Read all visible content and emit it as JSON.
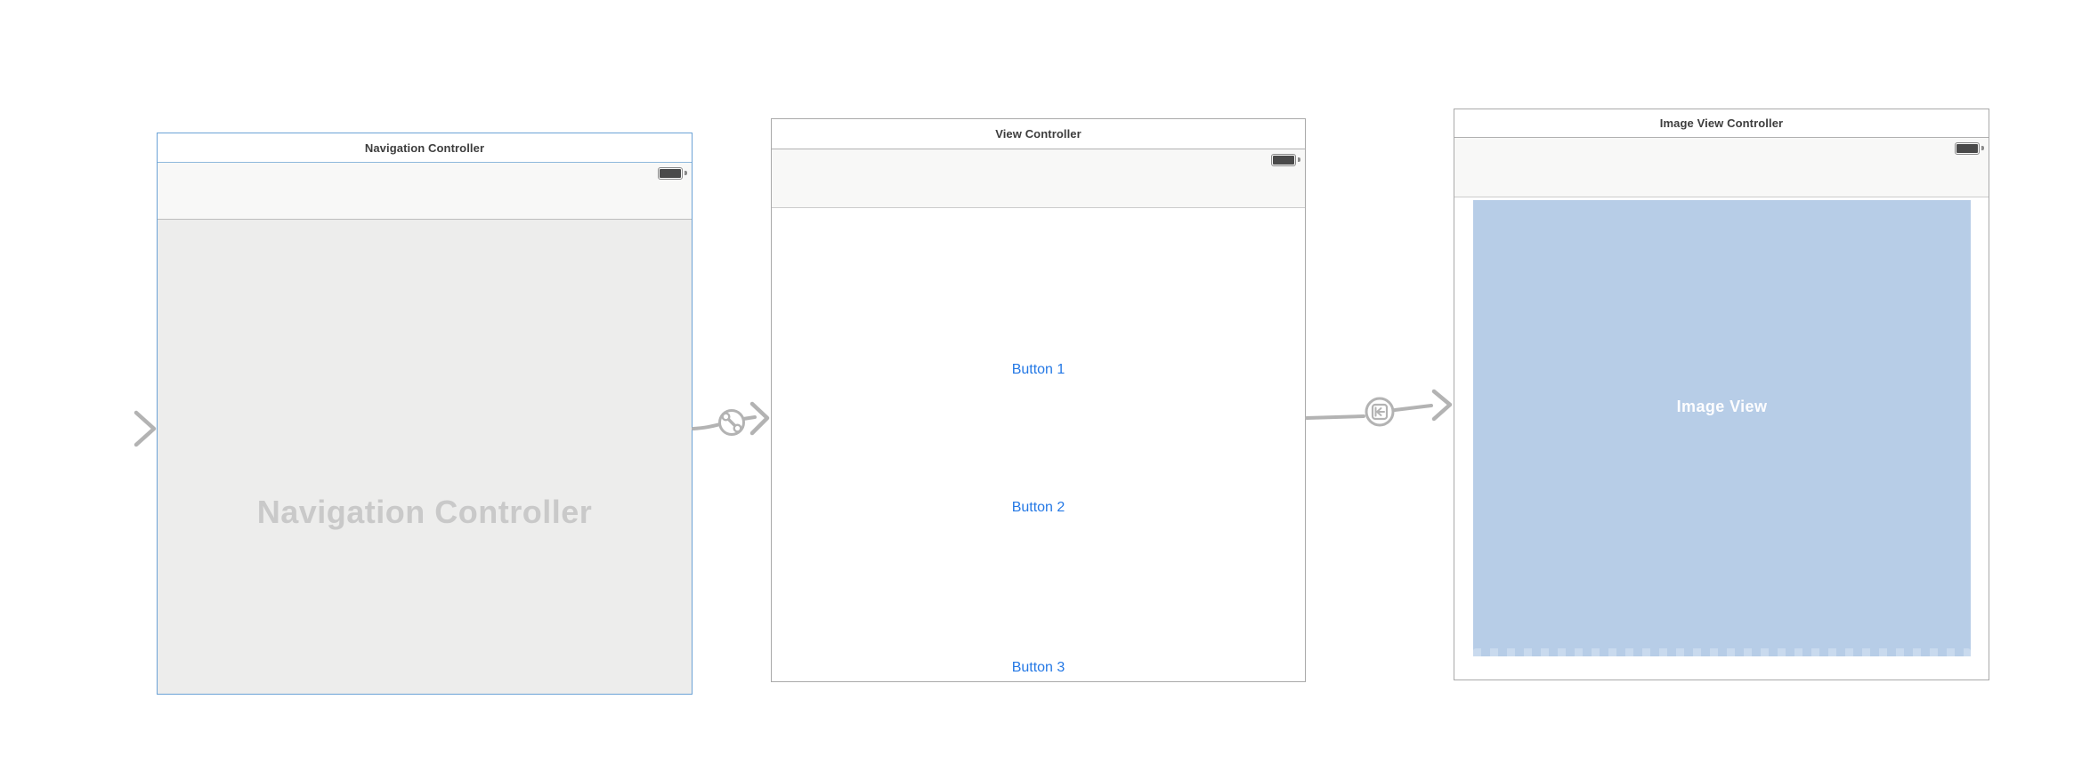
{
  "canvas_kind": "storyboard",
  "scenes": [
    {
      "title": "Navigation Controller",
      "type": "navigation-controller",
      "selected": true,
      "watermark": "Navigation Controller"
    },
    {
      "title": "View Controller",
      "type": "view-controller",
      "selected": false,
      "buttons": [
        "Button 1",
        "Button 2",
        "Button 3"
      ]
    },
    {
      "title": "Image View Controller",
      "type": "image-view-controller",
      "selected": false,
      "image_view_label": "Image View"
    }
  ],
  "segues": [
    {
      "from": "Navigation Controller",
      "to": "View Controller",
      "icon": "relationship-segue-icon"
    },
    {
      "from": "View Controller",
      "to": "Image View Controller",
      "icon": "show-segue-icon"
    }
  ],
  "icons": {
    "battery": "battery-icon",
    "initial_arrow": "initial-view-controller-arrow",
    "relationship_segue": "relationship-segue-icon",
    "show_segue": "show-segue-icon"
  },
  "colors": {
    "selected_scene_border": "#6ba2d6",
    "scene_border": "#a9a9a9",
    "bar_background": "#f8f8f7",
    "nav_content_background": "#ededec",
    "watermark_text": "#c9c9c9",
    "button_text": "#2478e5",
    "image_view_background": "#b7cde7",
    "image_view_label_text": "#fdfdfe",
    "segue_stroke": "#b3b3b3",
    "title_text": "#3d3d3d"
  }
}
